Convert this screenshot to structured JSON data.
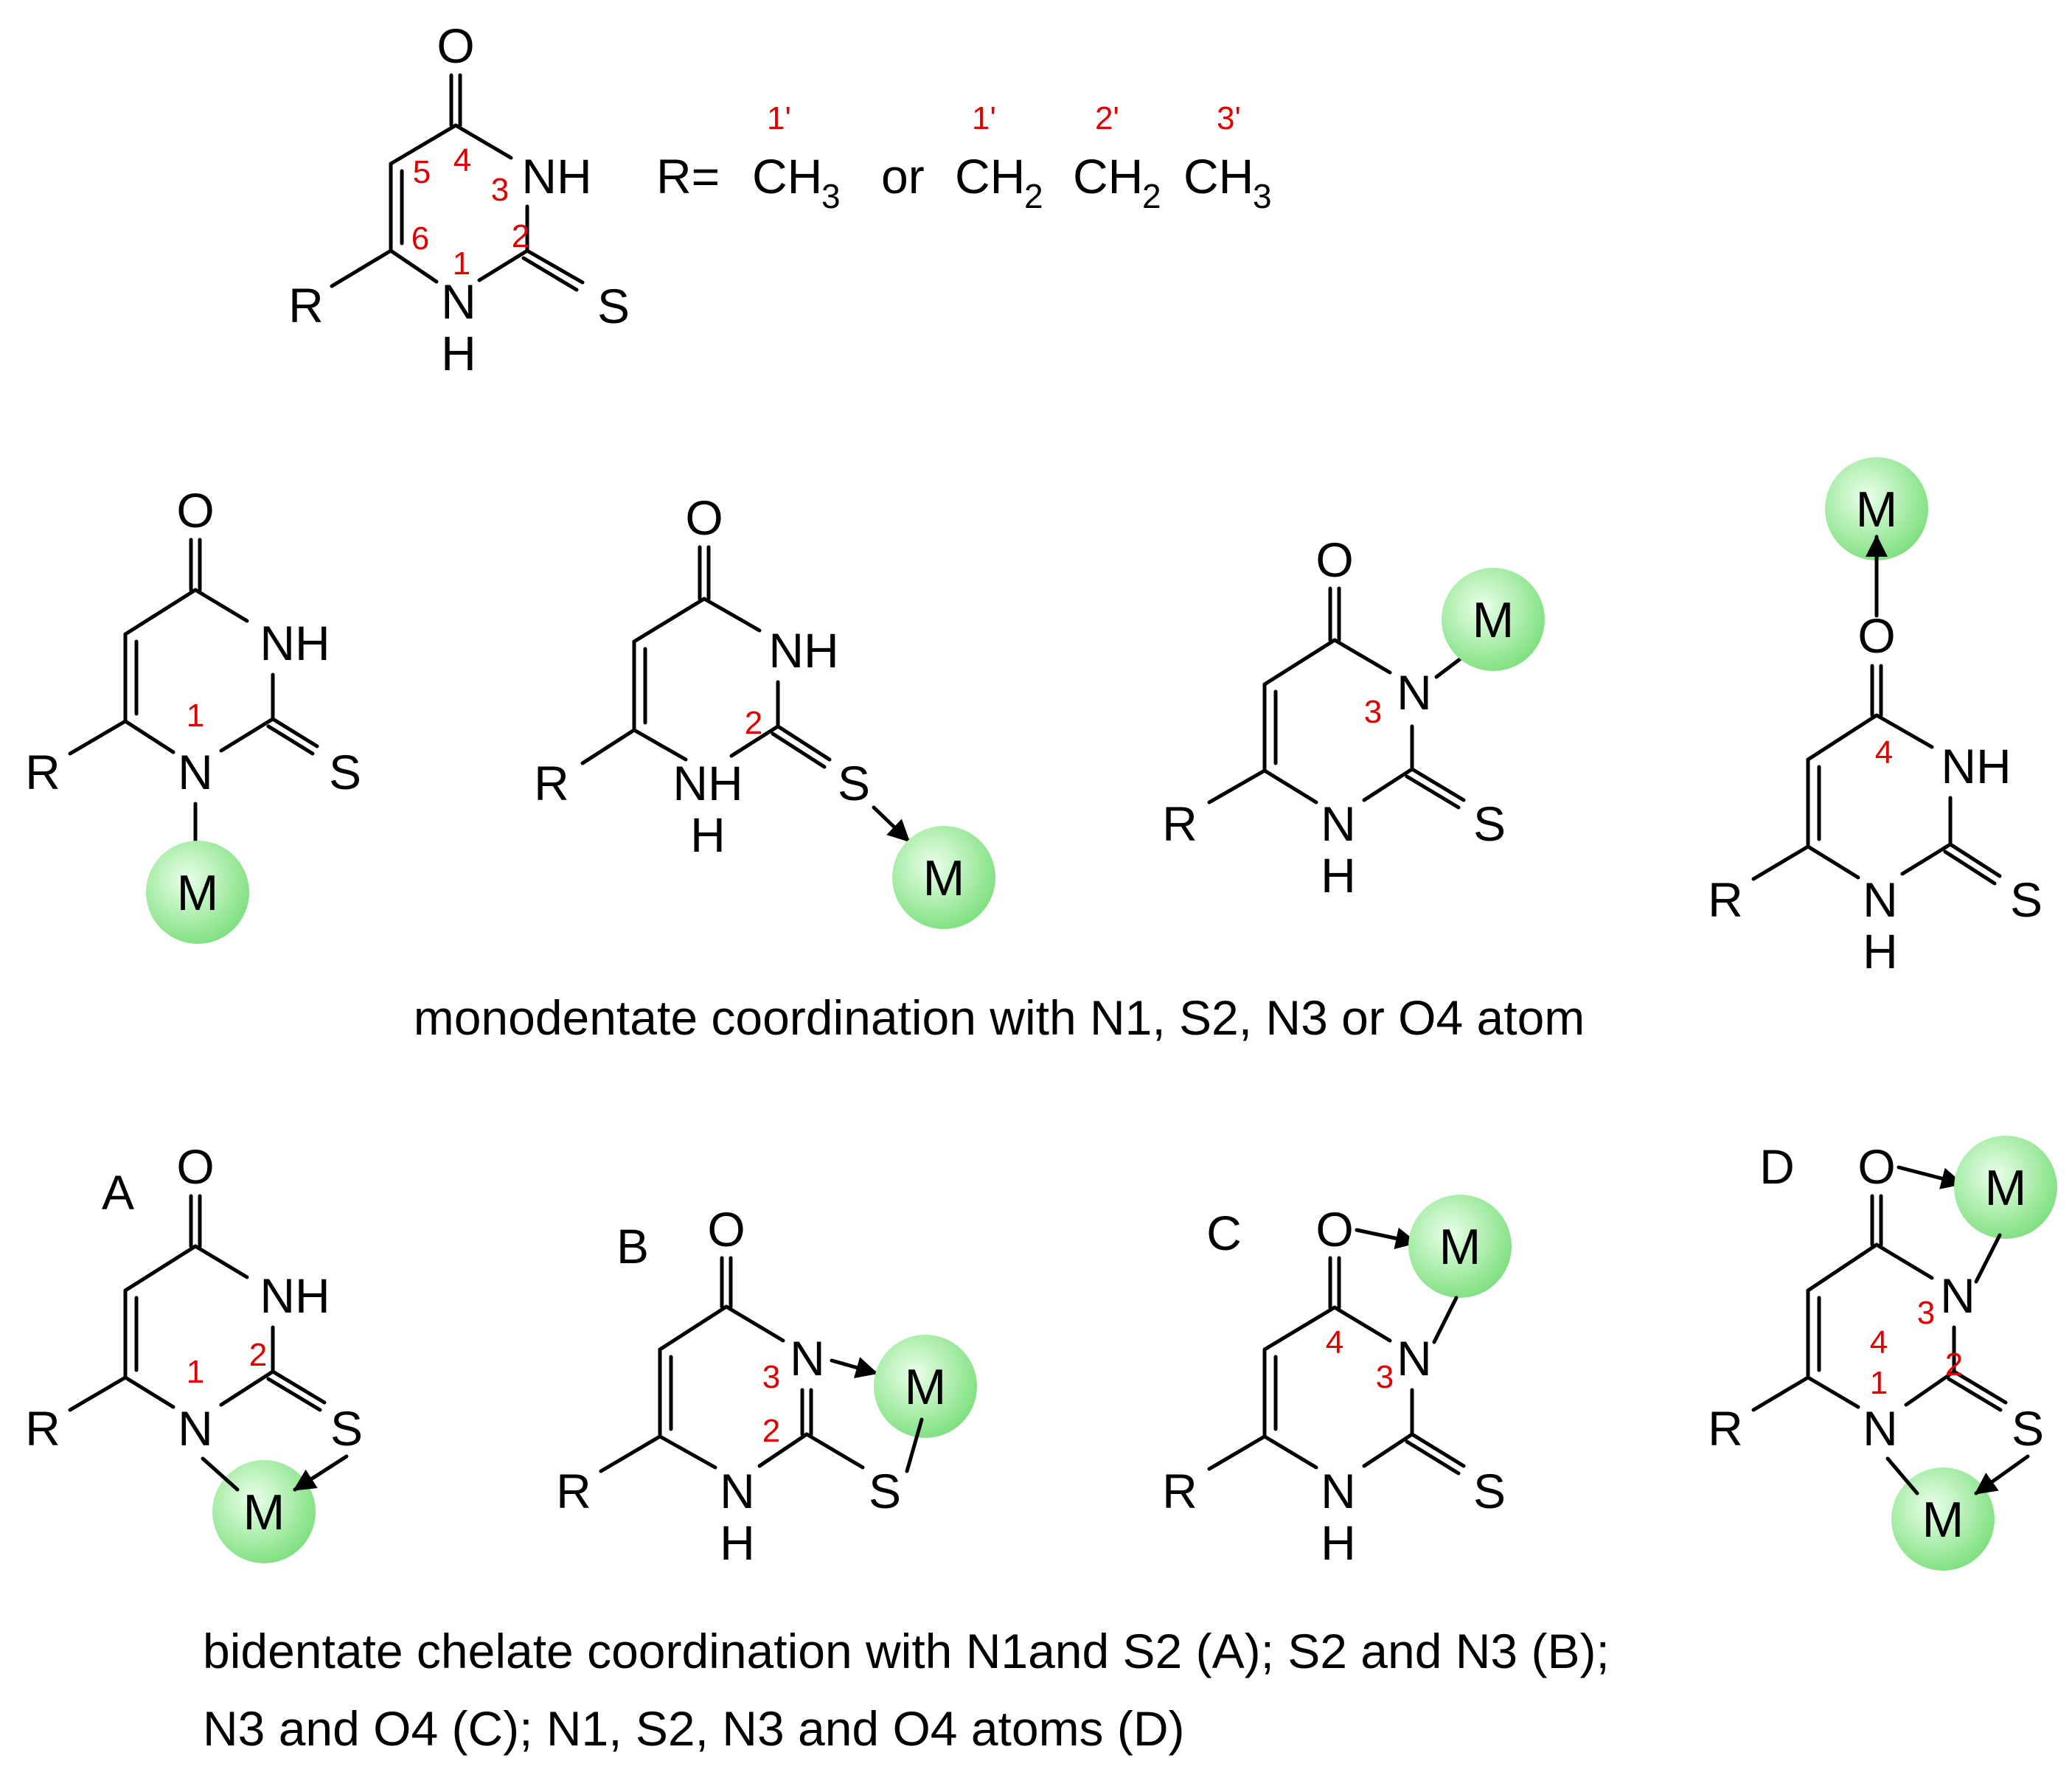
{
  "colors": {
    "metal_fill": "#8ee88e",
    "metal_center": "#eaffea",
    "number": "#e00000",
    "ink": "#000000"
  },
  "atoms": {
    "O": "O",
    "NH": "NH",
    "N": "N",
    "H": "H",
    "S": "S",
    "R": "R",
    "M": "M"
  },
  "header": {
    "r_def": "R=",
    "methyl": "CH",
    "methyl_sub": "3",
    "or": "or",
    "propyl_a": "CH",
    "propyl_a_sub": "2",
    "propyl_b": "CH",
    "propyl_b_sub": "2",
    "propyl_c": "CH",
    "propyl_c_sub": "3",
    "prime_1": "1'",
    "prime_2": "2'",
    "prime_3": "3'",
    "ring_numbers": {
      "n1": "1",
      "n2": "2",
      "n3": "3",
      "n4": "4",
      "n5": "5",
      "n6": "6"
    }
  },
  "mono": {
    "caption": "monodentate coordination with N1, S2, N3 or O4 atom",
    "labels": {
      "n1": "1",
      "s2": "2",
      "n3": "3",
      "o4": "4"
    }
  },
  "bi": {
    "letters": {
      "a": "A",
      "b": "B",
      "c": "C",
      "d": "D"
    },
    "numbers": {
      "one": "1",
      "two": "2",
      "three": "3",
      "four": "4"
    },
    "caption_line1": "bidentate chelate coordination with N1and S2 (A); S2 and N3 (B);",
    "caption_line2": "N3 and O4 (C);  N1, S2, N3 and O4 atoms (D)"
  }
}
